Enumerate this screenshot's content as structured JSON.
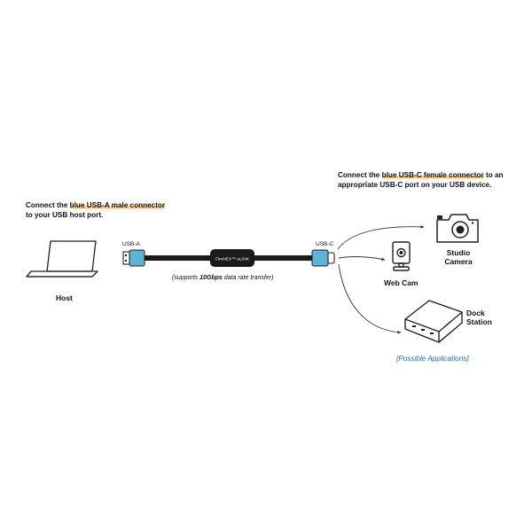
{
  "left_instruction": {
    "prefix": "Connect the ",
    "highlight": "blue USB-A male connector",
    "suffix": "to your USB host port."
  },
  "right_instruction": {
    "prefix": "Connect the ",
    "highlight": "blue USB-C female connector",
    "suffix": " to an appropriate USB-C port on your USB device."
  },
  "host_label": "Host",
  "usb_a_label": "USB-A",
  "usb_c_label": "USB-C",
  "cable_chip_label": "FireNEX™-uLINK",
  "transfer_note": {
    "prefix": "(supports ",
    "bold": "10Gbps",
    "suffix": " data rate transfer)"
  },
  "devices": {
    "studio_camera": "Studio Camera",
    "studio_camera_line1": "Studio",
    "studio_camera_line2": "Camera",
    "web_cam": "Web Cam",
    "dock_line1": "Dock",
    "dock_line2": "Station"
  },
  "possible_applications": "[Possible Applications]",
  "colors": {
    "connector_blue": "#5fb3d3",
    "cable_black": "#1b1b1b",
    "highlight": "#f6c98a",
    "link_blue": "#2a6fd6"
  },
  "icons": [
    "laptop-icon",
    "camera-icon",
    "webcam-icon",
    "dock-station-icon"
  ]
}
